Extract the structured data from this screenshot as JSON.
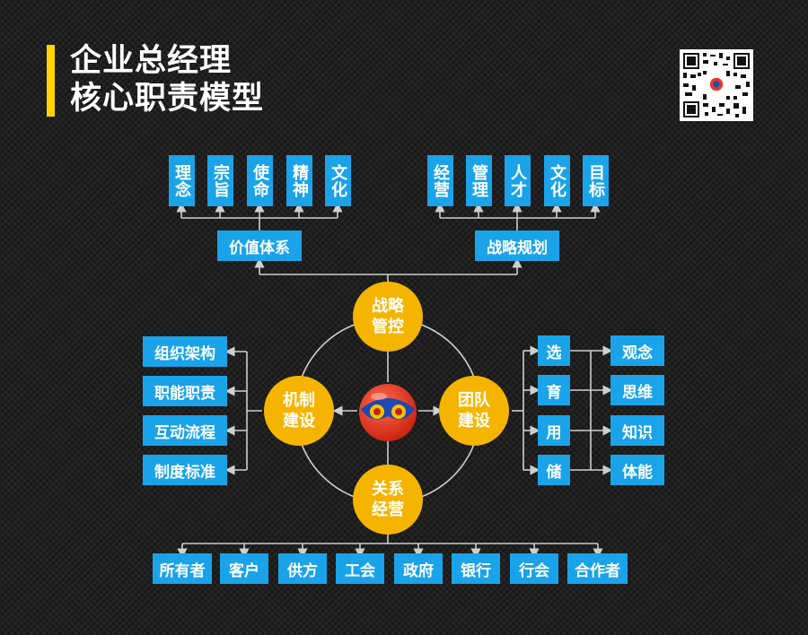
{
  "title": {
    "line1": "企业总经理",
    "line2": "核心职责模型"
  },
  "top_left_items": [
    "理念",
    "宗旨",
    "使命",
    "精神",
    "文化"
  ],
  "top_right_items": [
    "经营",
    "管理",
    "人才",
    "文化",
    "目标"
  ],
  "value_system": "价值体系",
  "strategy_plan": "战略规划",
  "center_nodes": {
    "top": "战略\n管控",
    "left": "机制\n建设",
    "right": "团队\n建设",
    "bottom": "关系\n经营"
  },
  "left_items": [
    "组织架构",
    "职能职责",
    "互动流程",
    "制度标准"
  ],
  "right_actions": [
    "选",
    "育",
    "用",
    "储"
  ],
  "right_items": [
    "观念",
    "思维",
    "知识",
    "体能"
  ],
  "bottom_items": [
    "所有者",
    "客户",
    "供方",
    "工会",
    "政府",
    "银行",
    "行会",
    "合作者"
  ],
  "colors": {
    "box": "#1aa3e8",
    "circle": "#f5b400",
    "accent": "#ffd400",
    "line": "#cfcfcf"
  }
}
